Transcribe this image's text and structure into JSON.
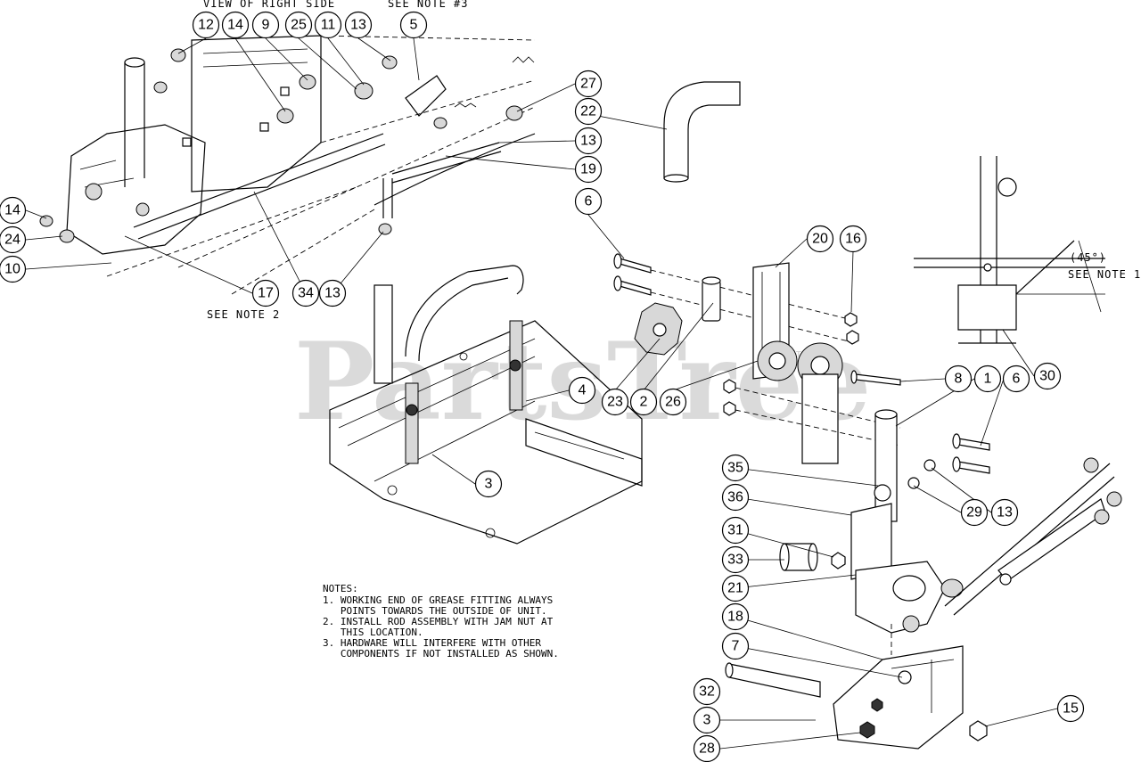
{
  "watermark": {
    "brand": "PartsTree",
    "trademark": "™"
  },
  "labels": {
    "view_right_side": "VIEW OF RIGHT SIDE",
    "see_note_3": "SEE NOTE #3",
    "see_note_2": "SEE NOTE 2",
    "see_note_1": "SEE NOTE 1",
    "angle": "(45°)"
  },
  "notes": {
    "heading": "NOTES:",
    "lines": [
      "1. WORKING END OF GREASE FITTING ALWAYS",
      "   POINTS TOWARDS THE OUTSIDE OF UNIT.",
      "2. INSTALL ROD ASSEMBLY WITH JAM NUT AT",
      "   THIS LOCATION.",
      "3. HARDWARE WILL INTERFERE WITH OTHER",
      "   COMPONENTS IF NOT INSTALLED AS SHOWN."
    ]
  },
  "callouts": [
    "12",
    "14",
    "9",
    "25",
    "11",
    "13",
    "5",
    "27",
    "22",
    "13",
    "19",
    "6",
    "20",
    "16",
    "14",
    "24",
    "10",
    "17",
    "34",
    "13",
    "4",
    "3",
    "23",
    "2",
    "26",
    "8",
    "1",
    "6",
    "30",
    "35",
    "36",
    "29",
    "13",
    "31",
    "33",
    "21",
    "18",
    "7",
    "32",
    "3",
    "28",
    "15"
  ]
}
